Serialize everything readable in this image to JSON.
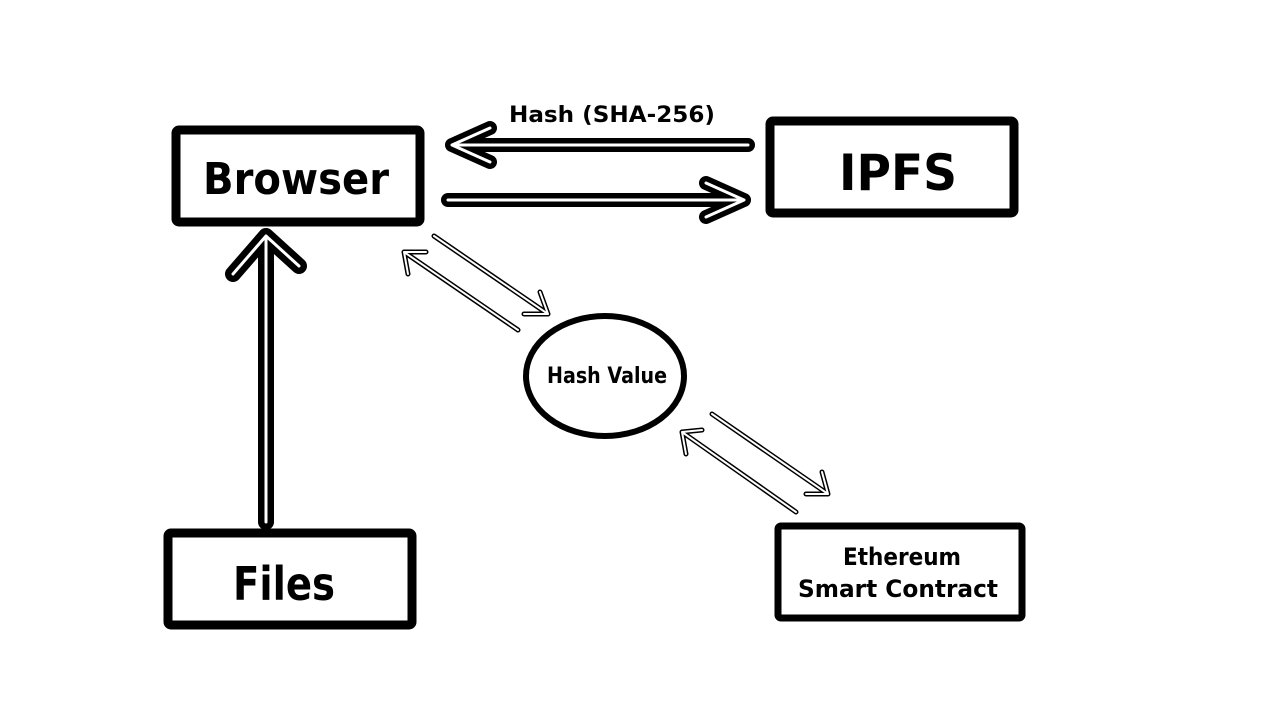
{
  "nodes": {
    "browser": {
      "label": "Browser"
    },
    "ipfs": {
      "label": "IPFS"
    },
    "files": {
      "label": "Files"
    },
    "hash_value": {
      "label": "Hash Value"
    },
    "ethereum": {
      "line1": "Ethereum",
      "line2": "Smart Contract"
    }
  },
  "edges": {
    "ipfs_to_browser": {
      "label": "Hash (SHA-256)"
    }
  },
  "colors": {
    "stroke": "#000000",
    "background": "#ffffff"
  }
}
